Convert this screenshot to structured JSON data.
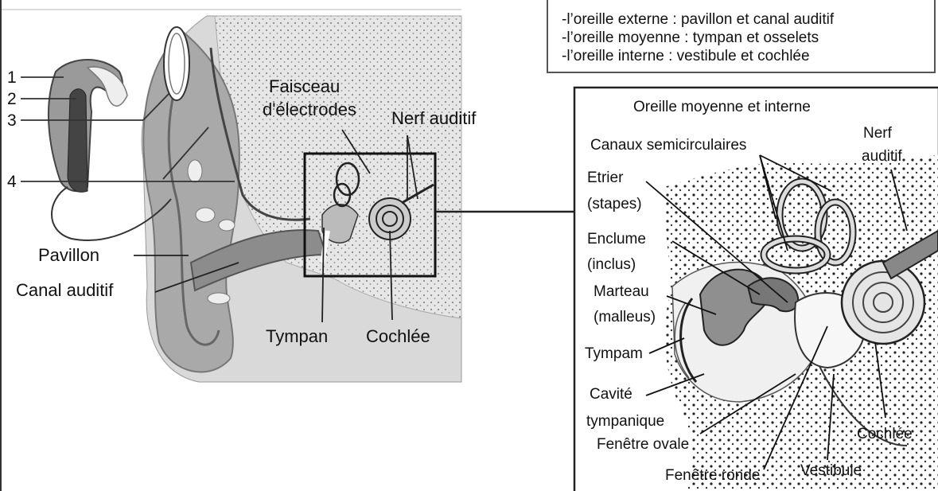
{
  "info_box": {
    "lines": [
      "-l’oreille externe : pavillon et canal auditif",
      "-l’oreille moyenne : tympan et osselets",
      "-l’oreille interne : vestibule et cochlée"
    ]
  },
  "left_diagram": {
    "numbers": [
      "1",
      "2",
      "3",
      "4"
    ],
    "labels": {
      "faisceau_line1": "Faisceau",
      "faisceau_line2": "d'électrodes",
      "nerf_auditif": "Nerf auditif",
      "pavillon": "Pavillon",
      "canal_auditif": "Canal auditif",
      "tympan": "Tympan",
      "cochlee": "Cochlée"
    }
  },
  "right_diagram": {
    "title": "Oreille moyenne et interne",
    "labels": {
      "nerf_line1": "Nerf",
      "nerf_line2": "auditif",
      "canaux": "Canaux semicirculaires",
      "etrier_line1": "Etrier",
      "etrier_line2": "(stapes)",
      "enclume_line1": "Enclume",
      "enclume_line2": "(inclus)",
      "marteau_line1": "Marteau",
      "marteau_line2": "(malleus)",
      "tympam": "Tympam",
      "cavite_line1": "Cavité",
      "cavite_line2": "tympanique",
      "fenetre_ovale": "Fenêtre ovale",
      "fenetre_ronde": "Fenêtre ronde",
      "vestibule": "Vestibule",
      "cochlee": "Cochlée"
    }
  }
}
